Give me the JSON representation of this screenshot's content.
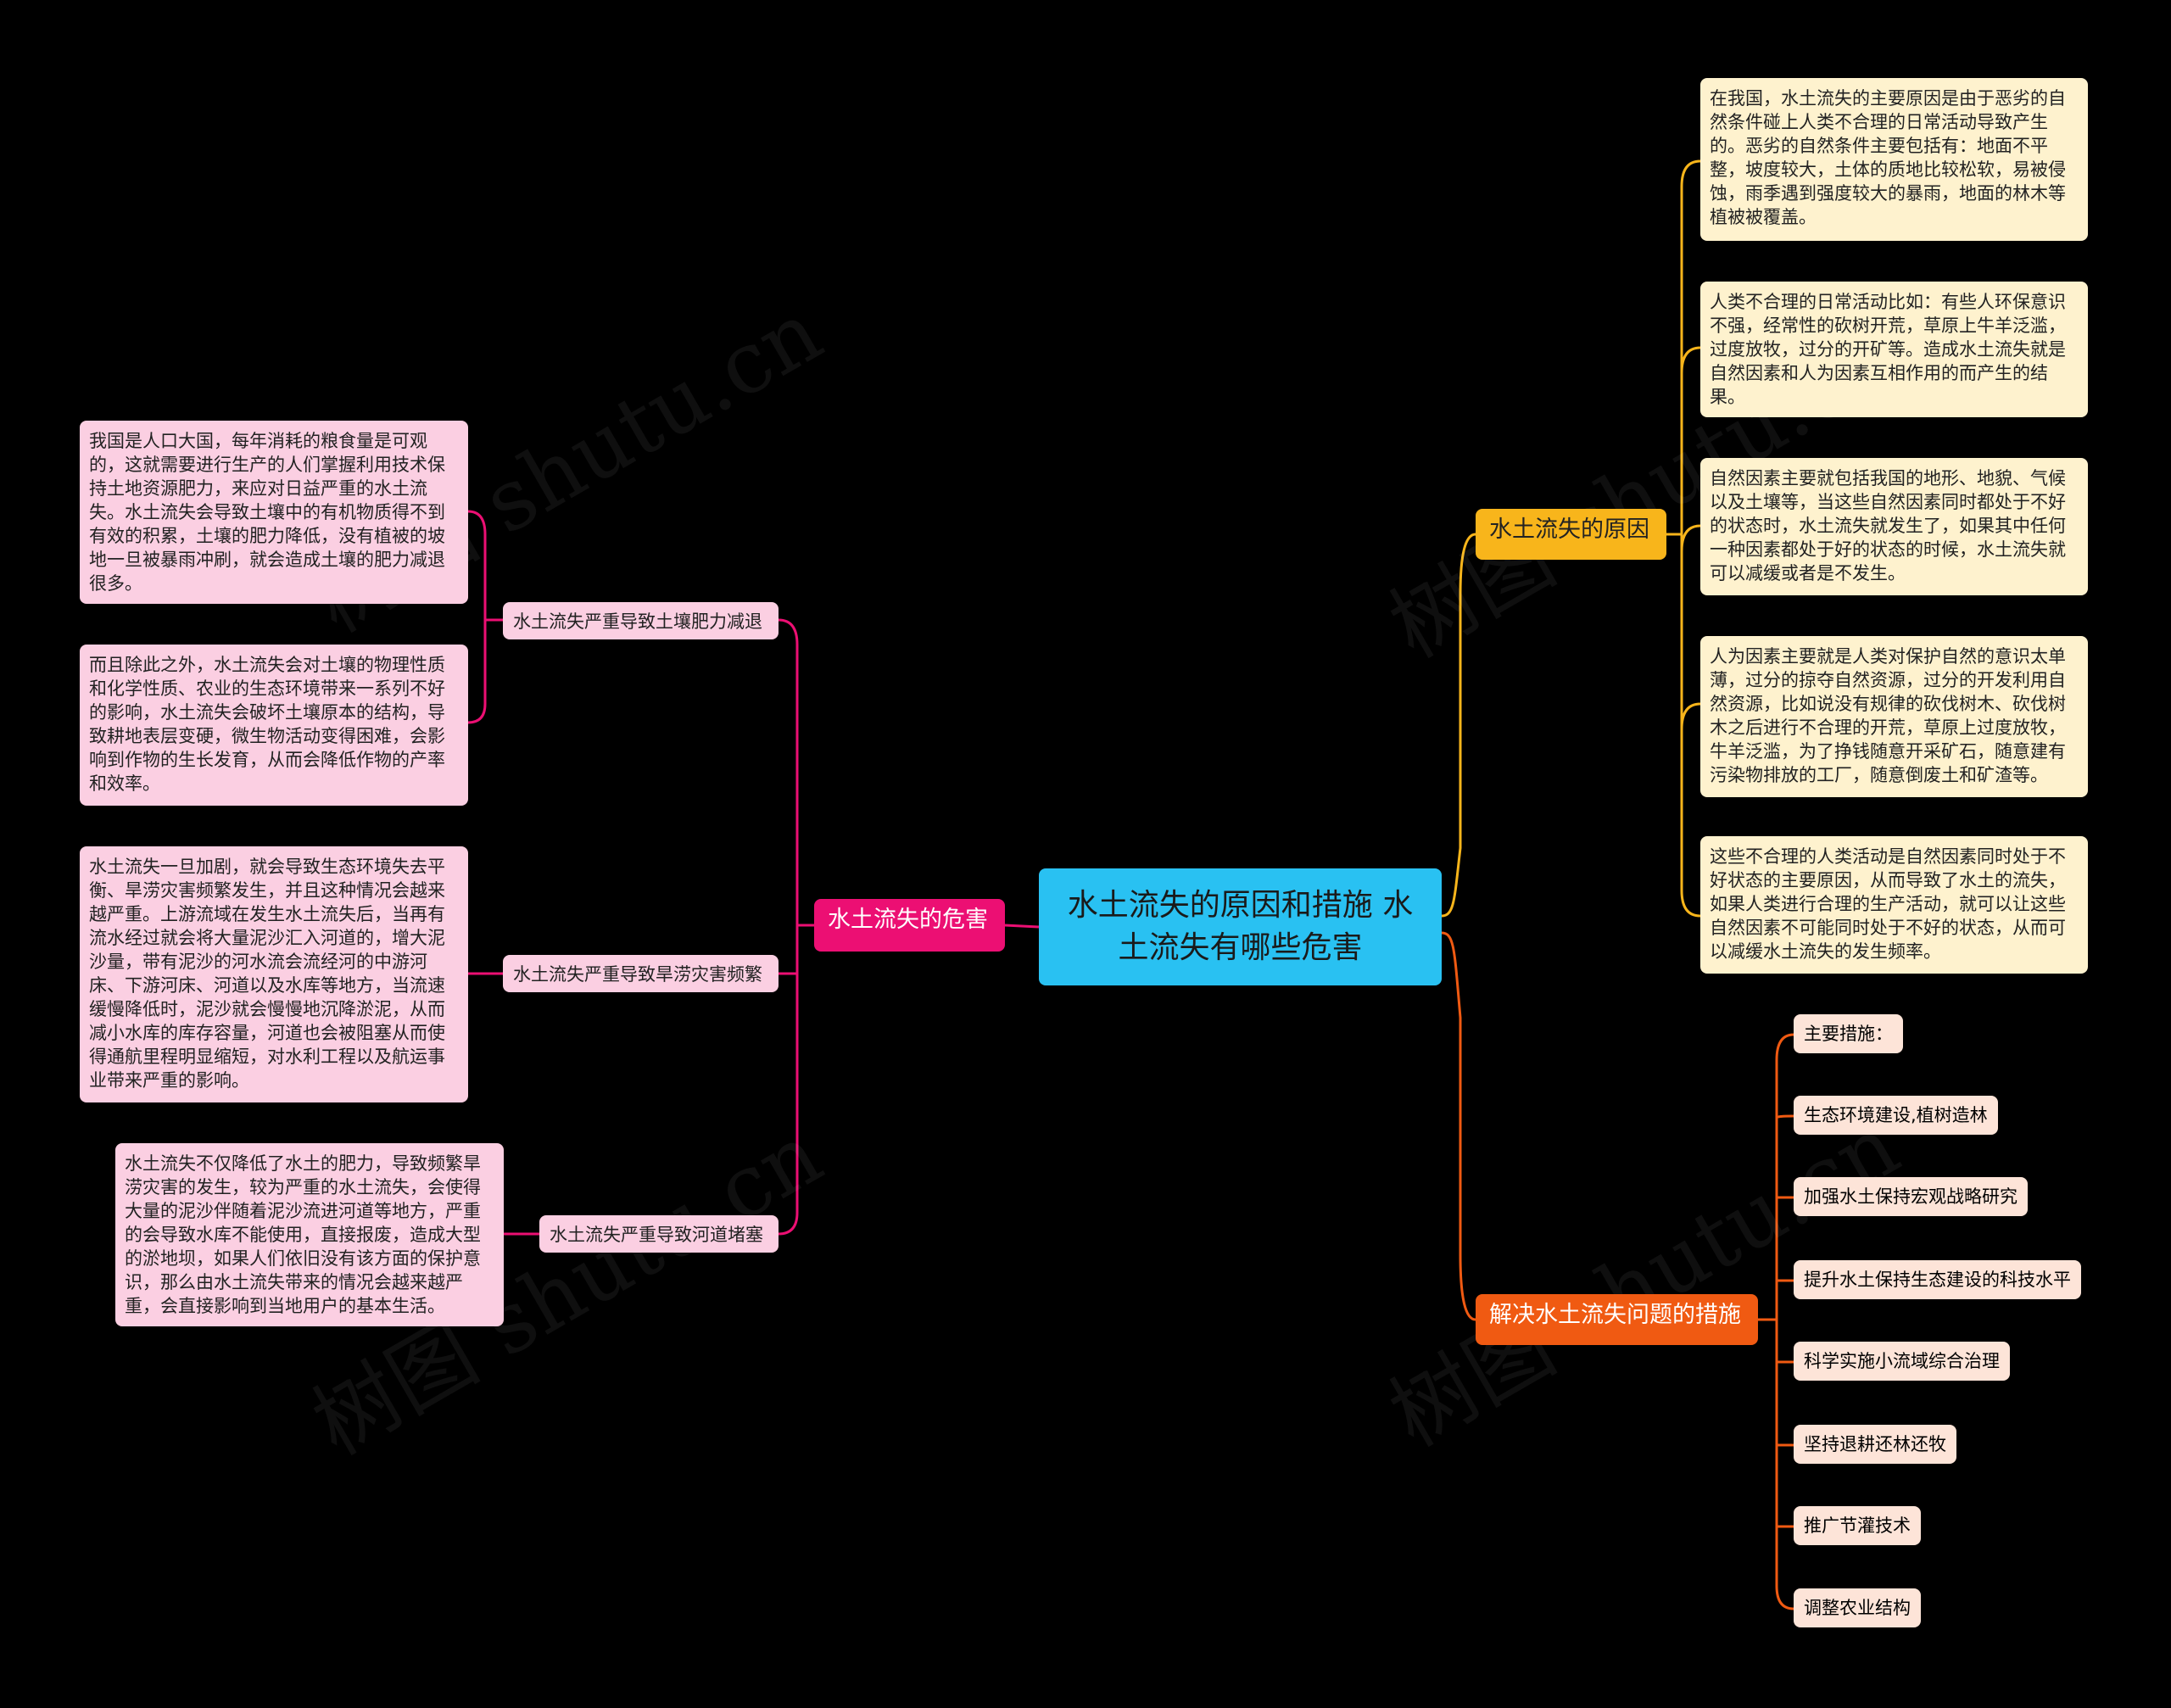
{
  "root": {
    "title": "水土流失的原因和措施 水土流失有哪些危害"
  },
  "branches": {
    "causes": {
      "label": "水土流失的原因",
      "color": "#f8b51b",
      "items": [
        "在我国，水土流失的主要原因是由于恶劣的自然条件碰上人类不合理的日常活动导致产生的。恶劣的自然条件主要包括有：地面不平整，坡度较大，土体的质地比较松软，易被侵蚀，雨季遇到强度较大的暴雨，地面的林木等植被被覆盖。",
        "人类不合理的日常活动比如：有些人环保意识不强，经常性的砍树开荒，草原上牛羊泛滥，过度放牧，过分的开矿等。造成水土流失就是自然因素和人为因素互相作用的而产生的结果。",
        "自然因素主要就包括我国的地形、地貌、气候以及土壤等，当这些自然因素同时都处于不好的状态时，水土流失就发生了，如果其中任何一种因素都处于好的状态的时候，水土流失就可以减缓或者是不发生。",
        "人为因素主要就是人类对保护自然的意识太单薄，过分的掠夺自然资源，过分的开发利用自然资源，比如说没有规律的砍伐树木、砍伐树木之后进行不合理的开荒，草原上过度放牧，牛羊泛滥，为了挣钱随意开采矿石，随意建有污染物排放的工厂，随意倒废土和矿渣等。",
        "这些不合理的人类活动是自然因素同时处于不好状态的主要原因，从而导致了水土的流失，如果人类进行合理的生产活动，就可以让这些自然因素不可能同时处于不好的状态，从而可以减缓水土流失的发生频率。"
      ]
    },
    "measures": {
      "label": "解决水土流失问题的措施",
      "color": "#f05a12",
      "items": [
        "主要措施：",
        "生态环境建设,植树造林",
        "加强水土保持宏观战略研究",
        "提升水土保持生态建设的科技水平",
        "科学实施小流域综合治理",
        "坚持退耕还林还牧",
        "推广节灌技术",
        "调整农业结构"
      ]
    },
    "harms": {
      "label": "水土流失的危害",
      "color": "#ec0f73",
      "subs": [
        {
          "label": "水土流失严重导致土壤肥力减退",
          "details": [
            "我国是人口大国，每年消耗的粮食量是可观的，这就需要进行生产的人们掌握利用技术保持土地资源肥力，来应对日益严重的水土流失。水土流失会导致土壤中的有机物质得不到有效的积累，土壤的肥力降低，没有植被的坡地一旦被暴雨冲刷，就会造成土壤的肥力减退很多。",
            "而且除此之外，水土流失会对土壤的物理性质和化学性质、农业的生态环境带来一系列不好的影响，水土流失会破坏土壤原本的结构，导致耕地表层变硬，微生物活动变得困难，会影响到作物的生长发育，从而会降低作物的产率和效率。"
          ]
        },
        {
          "label": "水土流失严重导致旱涝灾害频繁",
          "details": [
            "水土流失一旦加剧，就会导致生态环境失去平衡、旱涝灾害频繁发生，并且这种情况会越来越严重。上游流域在发生水土流失后，当再有流水经过就会将大量泥沙汇入河道的，增大泥沙量，带有泥沙的河水流会流经河的中游河床、下游河床、河道以及水库等地方，当流速缓慢降低时，泥沙就会慢慢地沉降淤泥，从而减小水库的库存容量，河道也会被阻塞从而使得通航里程明显缩短，对水利工程以及航运事业带来严重的影响。"
          ]
        },
        {
          "label": "水土流失严重导致河道堵塞",
          "details": [
            "水土流失不仅降低了水土的肥力，导致频繁旱涝灾害的发生，较为严重的水土流失，会使得大量的泥沙伴随着泥沙流进河道等地方，严重的会导致水库不能使用，直接报废，造成大型的淤地坝，如果人们依旧没有该方面的保护意识，那么由水土流失带来的情况会越来越严重，会直接影响到当地用户的基本生活。"
          ]
        }
      ]
    }
  },
  "watermark": "树图 shutu.cn"
}
